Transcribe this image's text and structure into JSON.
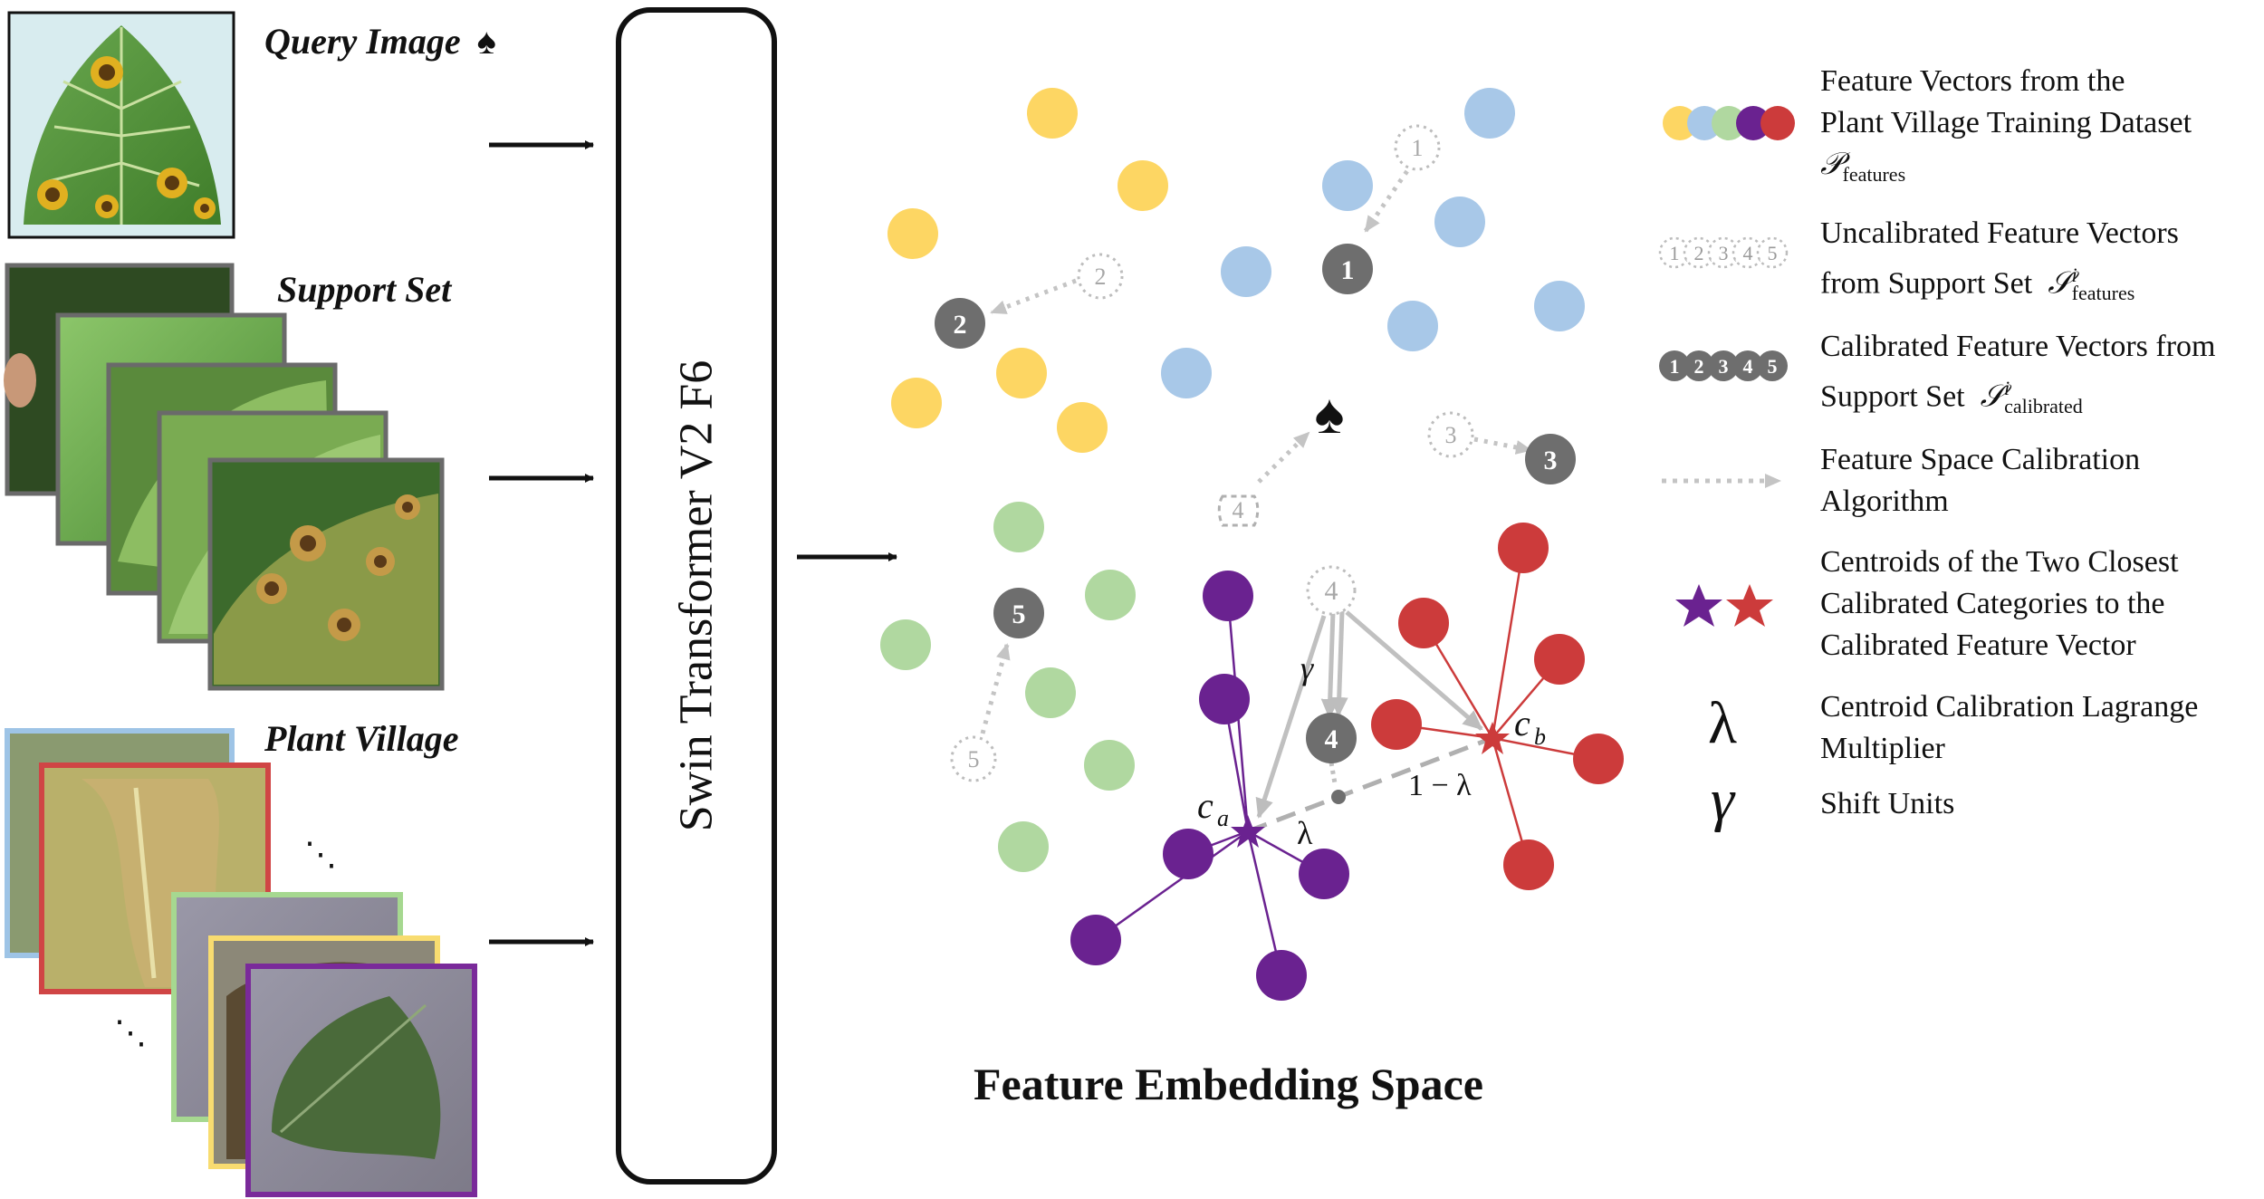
{
  "inputs": {
    "query_label": "Query Image",
    "support_label": "Support Set",
    "plant_village_label": "Plant Village",
    "ellipsis": "⋱",
    "spade_symbol": "♠"
  },
  "model": {
    "name": "Swin Transformer V2 F6"
  },
  "space": {
    "title": "Feature Embedding Space",
    "label_ca": "c",
    "label_ca_sub": "a",
    "label_cb": "c",
    "label_cb_sub": "b",
    "label_lambda": "λ",
    "label_one_minus_lambda": "1 − λ",
    "label_gamma": "γ",
    "spade_symbol": "♠"
  },
  "legend": {
    "feature_vectors": {
      "line1": "Feature Vectors from the",
      "line2": "Plant Village Training Dataset",
      "symbol": "𝒫",
      "sub": "features"
    },
    "uncalibrated": {
      "line1": "Uncalibrated Feature Vectors",
      "line2": "from Support Set",
      "symbol": "𝒮",
      "sup": "i",
      "sub": "features"
    },
    "calibrated": {
      "line1": "Calibrated Feature Vectors from",
      "line2": "Support Set",
      "symbol": "𝒮",
      "sup": "i",
      "sub": "calibrated"
    },
    "algorithm": {
      "line1": "Feature Space Calibration",
      "line2": "Algorithm"
    },
    "centroids": {
      "line1": "Centroids of the Two Closest",
      "line2": "Calibrated Categories to the",
      "line3": "Calibrated Feature Vector"
    },
    "lambda": {
      "symbol": "λ",
      "line1": "Centroid Calibration Lagrange",
      "line2": "Multiplier"
    },
    "gamma": {
      "symbol": "γ",
      "line1": "Shift Units"
    },
    "numbers": [
      "1",
      "2",
      "3",
      "4",
      "5"
    ]
  },
  "colors": {
    "yellow": "#fdd663",
    "blue": "#a8c8e8",
    "green": "#b0d8a0",
    "purple": "#6a2290",
    "red": "#cc3b3b",
    "gray_dark": "#6e6e6e",
    "gray_light": "#c0c0c0"
  }
}
